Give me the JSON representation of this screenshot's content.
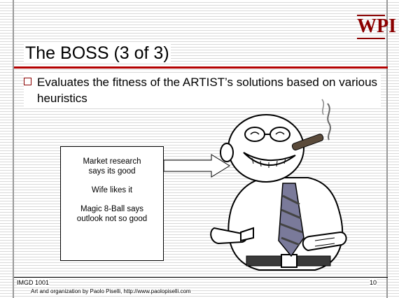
{
  "slide": {
    "logo": "WPI",
    "title": "The BOSS (3 of 3)",
    "bullet": "Evaluates the fitness of the ARTIST’s solutions based on various heuristics",
    "callout": {
      "line1": "Market research",
      "line2": "says its good",
      "line3": "Wife likes it",
      "line4": "Magic 8-Ball says",
      "line5": "outlook not so good"
    },
    "footer": {
      "course": "IMGD 1001",
      "credit": "Art and organization by Paolo Piselli, http://www.paolopiselli.com",
      "page_number": "10"
    },
    "colors": {
      "accent": "#b30000",
      "logo": "#8b0000"
    }
  }
}
